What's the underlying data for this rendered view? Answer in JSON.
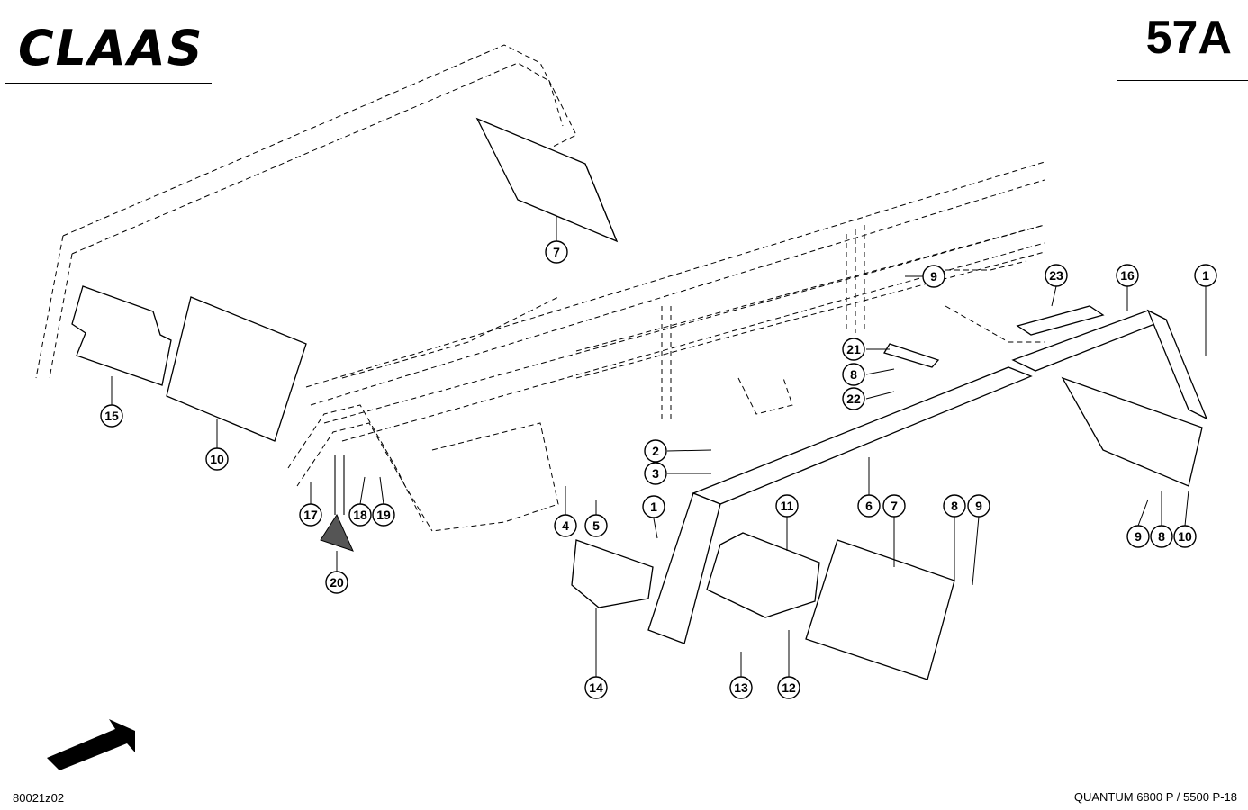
{
  "header": {
    "brand": "CLAAS",
    "page_number": "57A"
  },
  "footer": {
    "drawing_number": "80021z02",
    "model": "QUANTUM 6800 P / 5500 P-18"
  },
  "callouts": {
    "c7a": "7",
    "c15": "15",
    "c10a": "10",
    "c9a": "9",
    "c23": "23",
    "c16": "16",
    "c1a": "1",
    "c21": "21",
    "c8a": "8",
    "c22": "22",
    "c2": "2",
    "c3": "3",
    "c1b": "1",
    "c17": "17",
    "c18": "18",
    "c19": "19",
    "c4": "4",
    "c5": "5",
    "c20": "20",
    "c14": "14",
    "c11": "11",
    "c6": "6",
    "c7b": "7",
    "c8b": "8",
    "c9b": "9",
    "c13": "13",
    "c12": "12",
    "c9c": "9",
    "c8c": "8",
    "c10b": "10"
  },
  "icons": {
    "direction_arrow": "arrow-icon"
  }
}
